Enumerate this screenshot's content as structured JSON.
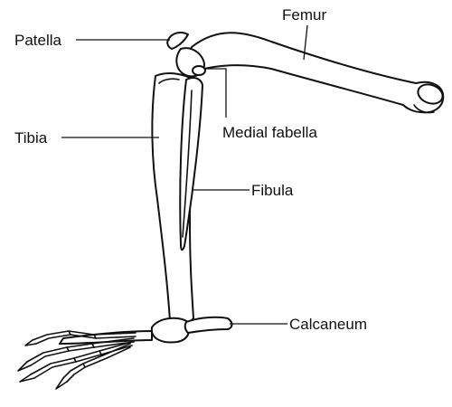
{
  "figure": {
    "background": "#ffffff",
    "line_color": "#111111",
    "labels": {
      "femur": "Femur",
      "patella": "Patella",
      "tibia": "Tibia",
      "medial_fabella": "Medial fabella",
      "fibula": "Fibula",
      "calcaneum": "Calcaneum"
    }
  }
}
